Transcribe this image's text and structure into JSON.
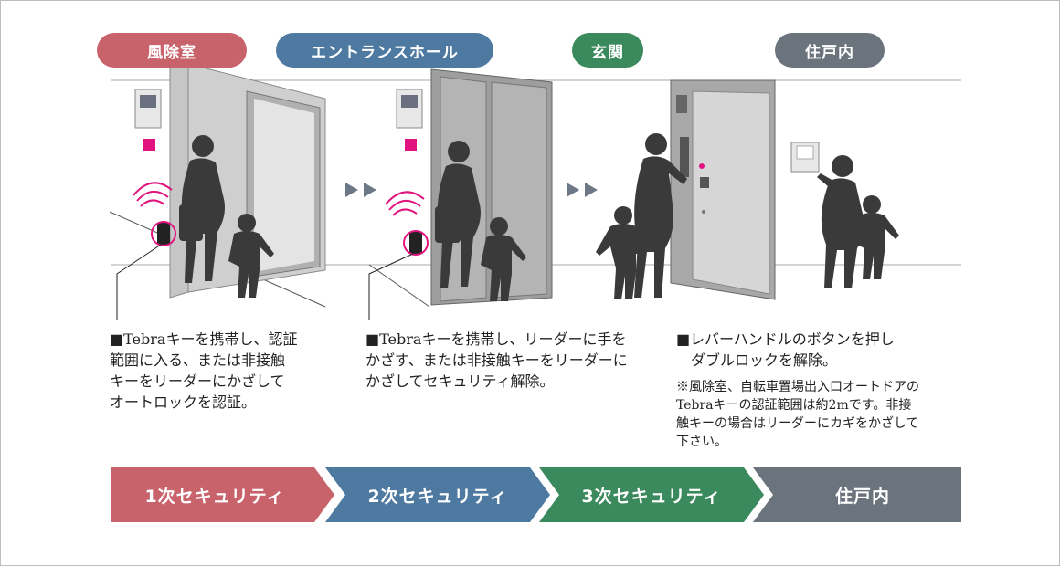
{
  "stages": {
    "vestibule": {
      "label": "風除室",
      "color": "#c8636b"
    },
    "entrance_hall": {
      "label": "エントランスホール",
      "color": "#4e79a0"
    },
    "front_door": {
      "label": "玄関",
      "color": "#3b8a5d"
    },
    "dwelling": {
      "label": "住戸内",
      "color": "#6b747d"
    }
  },
  "captions": {
    "step1": [
      "■Tebraキーを携帯し、認証",
      "範囲に入る、または非接触",
      "キーをリーダーにかざして",
      "オートロックを認証。"
    ],
    "step2": [
      "■Tebraキーを携帯し、リーダーに手を",
      "かざす、または非接触キーをリーダーに",
      "かざしてセキュリティ解除。"
    ],
    "step3": [
      "■レバーハンドルのボタンを押し",
      "　ダブルロックを解除。"
    ],
    "note": [
      "※風除室、自転車置場出入口オートドアの",
      "Tebraキーの認証範囲は約2mです。非接",
      "触キーの場合はリーダーにカギをかざして",
      "下さい。"
    ]
  },
  "security_levels": [
    {
      "label": "1次セキュリティ",
      "color": "#c8636b"
    },
    {
      "label": "2次セキュリティ",
      "color": "#4e79a0"
    },
    {
      "label": "3次セキュリティ",
      "color": "#3b8a5d"
    },
    {
      "label": "住戸内",
      "color": "#6b747d"
    }
  ],
  "icons": {
    "arrow": "double-triangle-icon",
    "wifi": "wireless-signal-icon"
  }
}
